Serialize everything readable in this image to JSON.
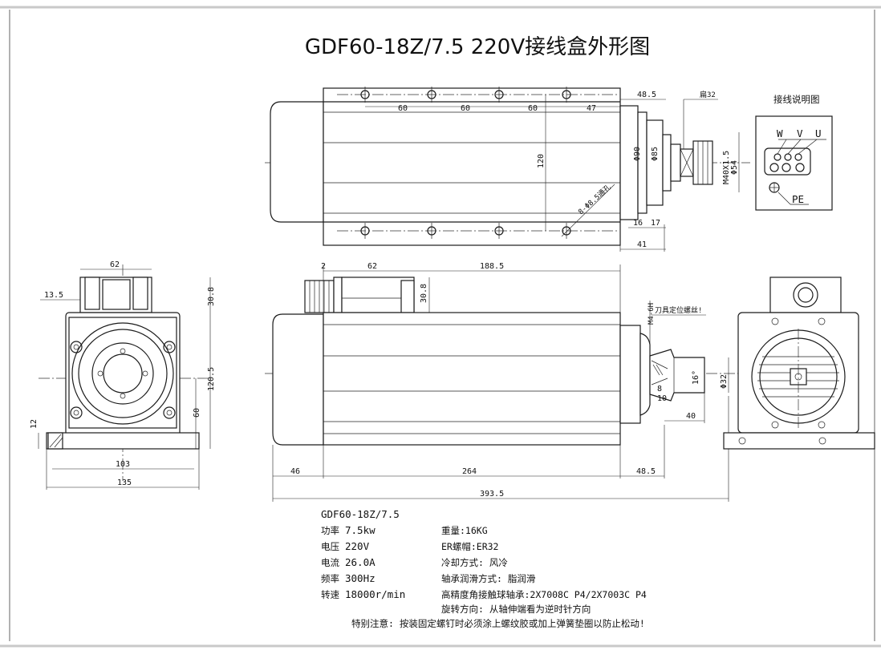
{
  "title": "GDF60-18Z/7.5  220V接线盒外形图",
  "wiring": {
    "title": "接线说明图",
    "terminals": [
      "W",
      "V",
      "U"
    ],
    "ground": "PE"
  },
  "top_view": {
    "dims": {
      "spacing_1": "60",
      "spacing_2": "60",
      "spacing_3": "60",
      "end_space": "47",
      "overall_tail": "48.5",
      "height": "120",
      "holes": "8-Φ8.5通孔",
      "flat": "扁32",
      "d90": "Φ90",
      "d85": "Φ85",
      "thread": "M40X1.5",
      "d54": "Φ54",
      "d16": "16",
      "d17": "17",
      "d41": "41"
    }
  },
  "side_view": {
    "dims": {
      "box_gap": "2",
      "box_width": "62",
      "to_nose": "188.5",
      "box_height": "30.8",
      "screw": "M4-6H",
      "screw_note": "刀具定位螺丝!",
      "angle": "16°",
      "d32": "Φ32",
      "d8": "8",
      "d10": "10",
      "d40": "40",
      "rear": "46",
      "mid": "264",
      "front": "48.5",
      "total": "393.5"
    }
  },
  "front_view": {
    "dims": {
      "box_w": "62",
      "offset": "13.5",
      "box_h": "30.8",
      "total_h": "120.5",
      "center_h": "60",
      "base_t": "12",
      "hole_span": "103",
      "base_w": "135"
    }
  },
  "specs": {
    "model": "GDF60-18Z/7.5",
    "left": [
      {
        "label": "功率",
        "value": "7.5kw"
      },
      {
        "label": "电压",
        "value": "220V"
      },
      {
        "label": "电流",
        "value": "26.0A"
      },
      {
        "label": "频率",
        "value": "300Hz"
      },
      {
        "label": "转速",
        "value": "18000r/min"
      }
    ],
    "right": [
      "重量:16KG",
      "ER螺帽:ER32",
      "冷却方式: 风冷",
      "轴承润滑方式: 脂润滑",
      "高精度角接触球轴承:2X7008C P4/2X7003C P4",
      "旋转方向: 从轴伸端看为逆时针方向"
    ],
    "note": "特别注意: 按装固定螺钉时必须涂上螺纹胶或加上弹簧垫圈以防止松动!"
  }
}
